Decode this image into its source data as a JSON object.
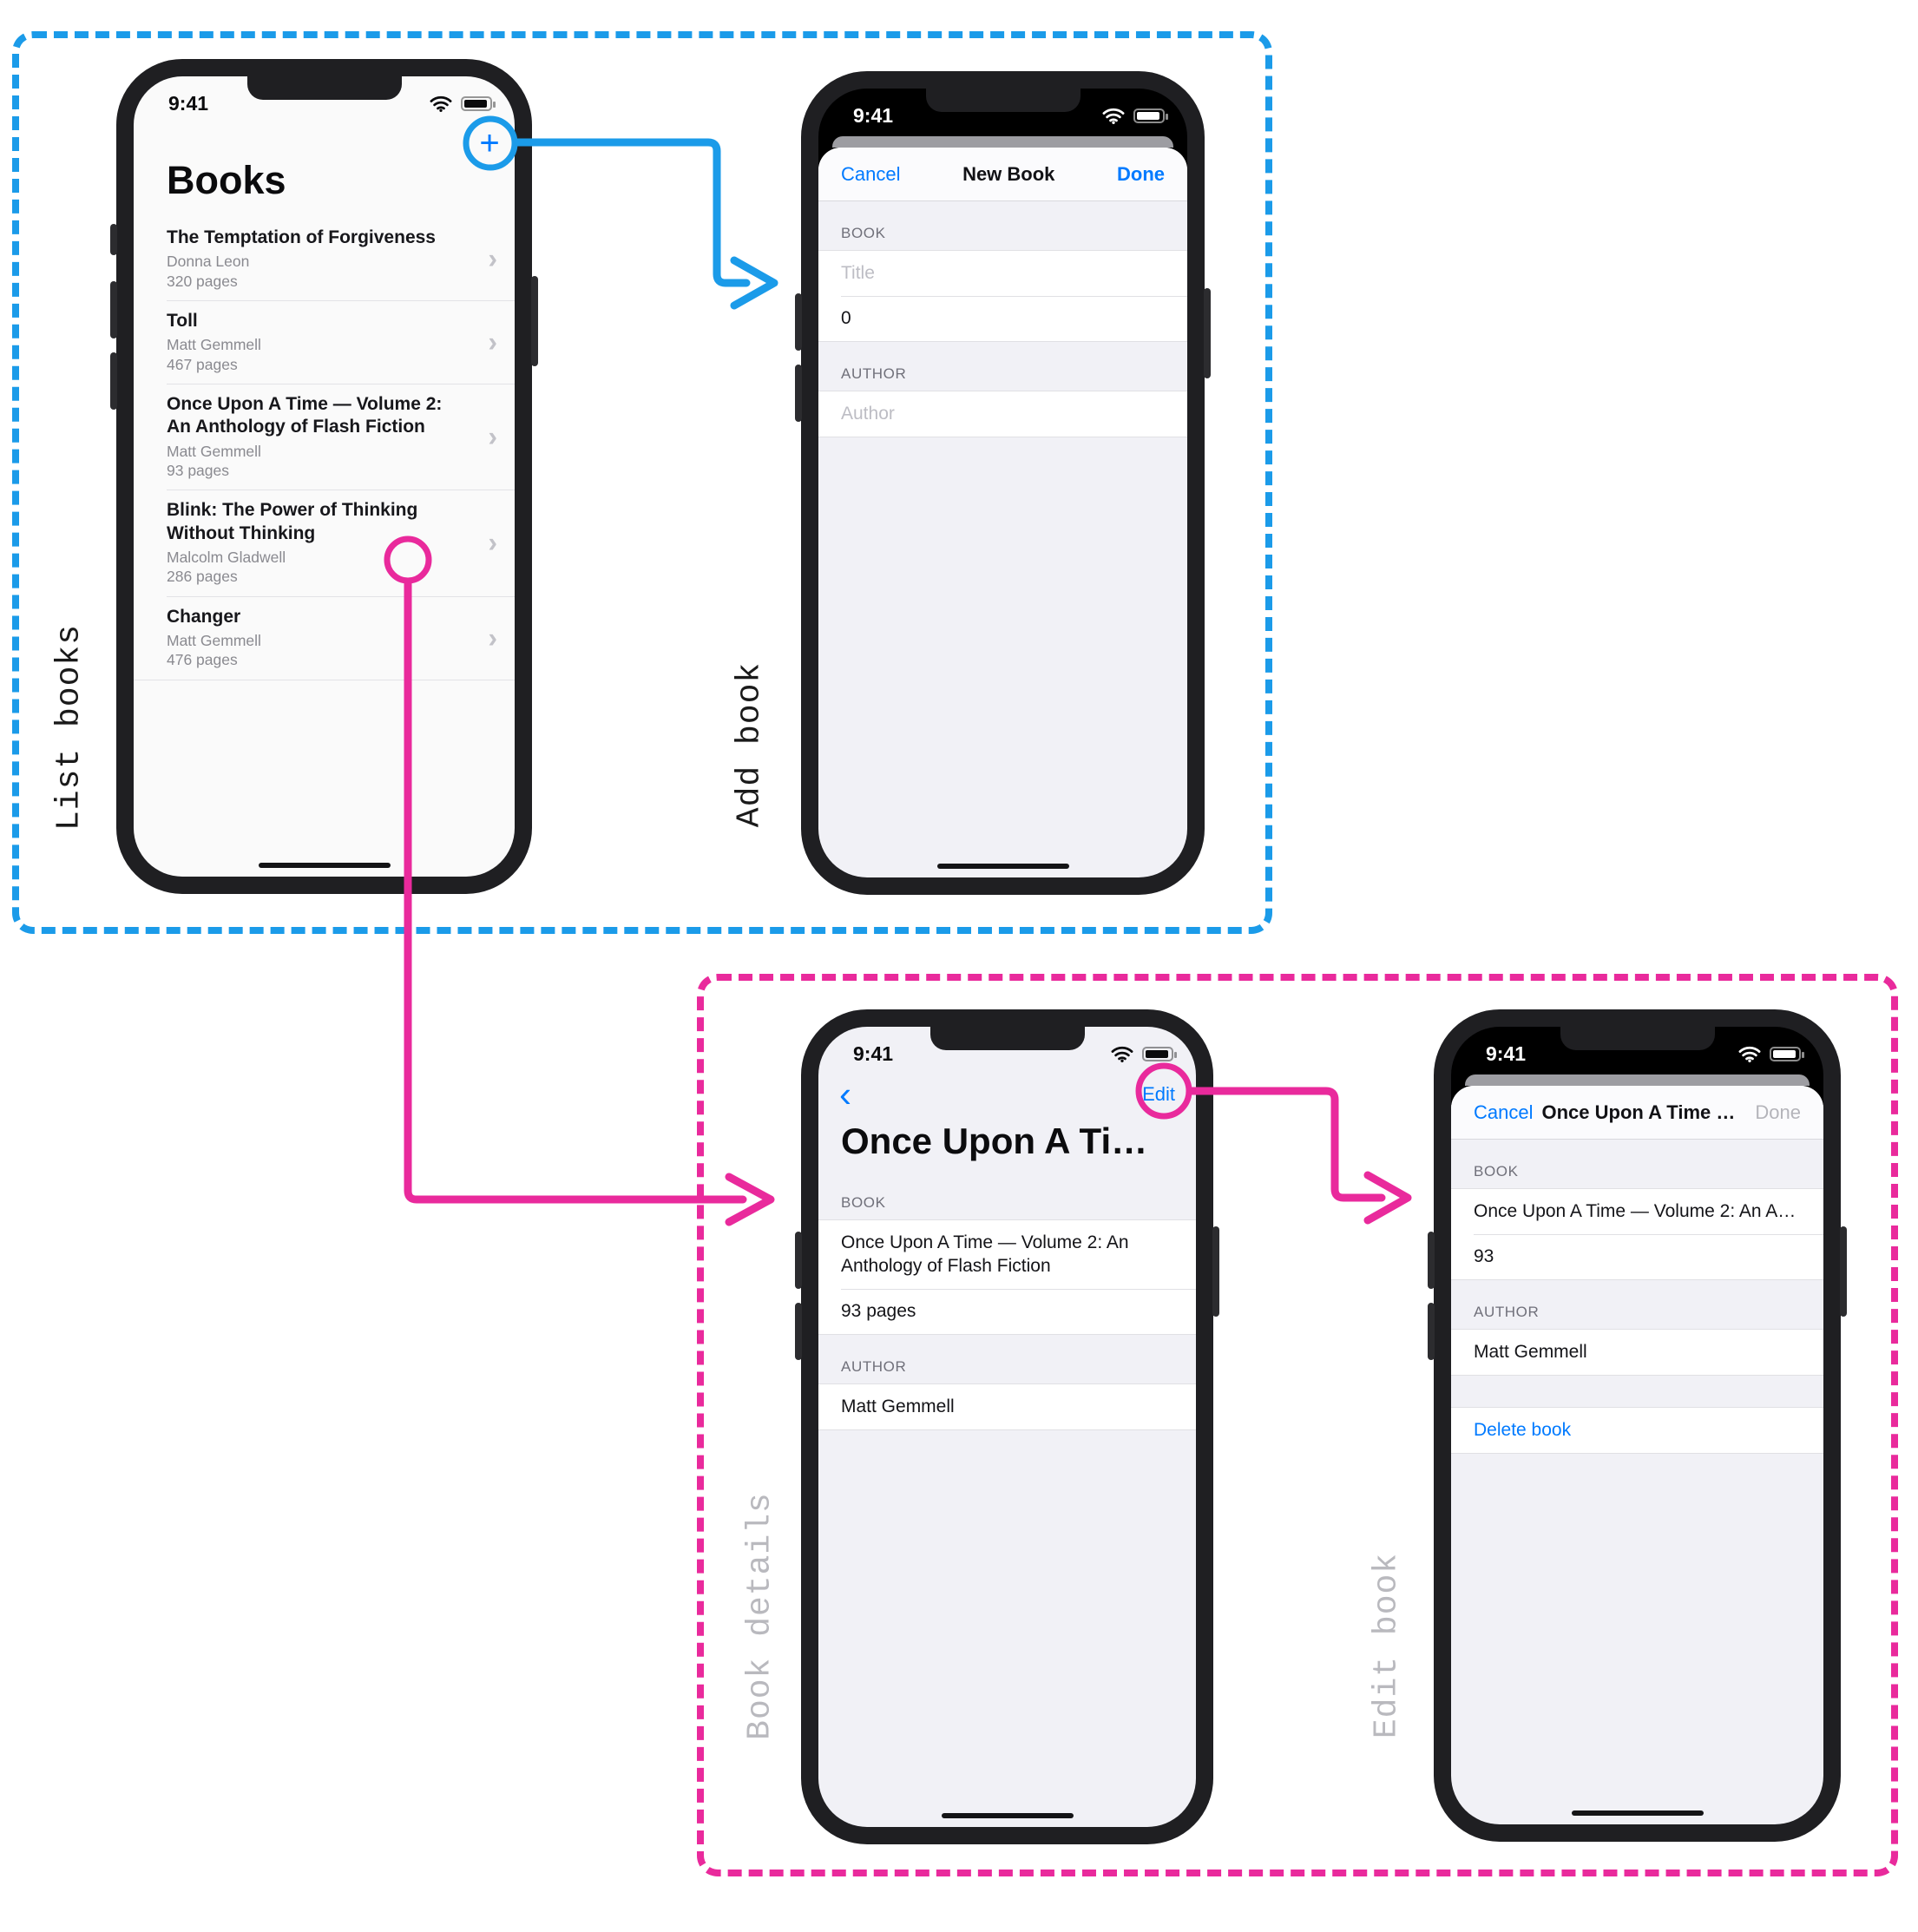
{
  "annotations": {
    "list_books_label": "List books",
    "add_book_label": "Add book",
    "book_details_label": "Book details",
    "edit_book_label": "Edit book",
    "flow_blue_color": "#1b9be9",
    "flow_pink_color": "#e92a9c"
  },
  "status": {
    "time": "9:41"
  },
  "icons": {
    "plus": "+",
    "chevron_right": "›",
    "back": "‹"
  },
  "colors": {
    "ios_blue": "#007aff",
    "done_disabled_gray": "#b4b4ba"
  },
  "screens": {
    "list": {
      "title": "Books",
      "books": [
        {
          "title": "The Temptation of Forgiveness",
          "author": "Donna Leon",
          "pages": "320 pages"
        },
        {
          "title": "Toll",
          "author": "Matt Gemmell",
          "pages": "467 pages"
        },
        {
          "title": "Once Upon A Time — Volume 2: An Anthology of Flash Fiction",
          "author": "Matt Gemmell",
          "pages": "93 pages"
        },
        {
          "title": "Blink: The Power of Thinking Without Thinking",
          "author": "Malcolm Gladwell",
          "pages": "286 pages"
        },
        {
          "title": "Changer",
          "author": "Matt Gemmell",
          "pages": "476 pages"
        }
      ]
    },
    "add": {
      "cancel_label": "Cancel",
      "nav_title": "New Book",
      "done_label": "Done",
      "book_section": "BOOK",
      "title_placeholder": "Title",
      "page_count_value": "0",
      "author_section": "AUTHOR",
      "author_placeholder": "Author"
    },
    "details": {
      "edit_label": "Edit",
      "book_section": "BOOK",
      "author_section": "AUTHOR"
    },
    "edit": {
      "cancel_label": "Cancel",
      "done_label": "Done",
      "book_section": "BOOK",
      "author_section": "AUTHOR",
      "delete_label": "Delete book"
    },
    "selected_book": {
      "title": "Once Upon A Time — Volume 2: An Anthology of Flash Fiction",
      "pages_label": "93 pages",
      "pages": "93",
      "author": "Matt Gemmell"
    }
  }
}
